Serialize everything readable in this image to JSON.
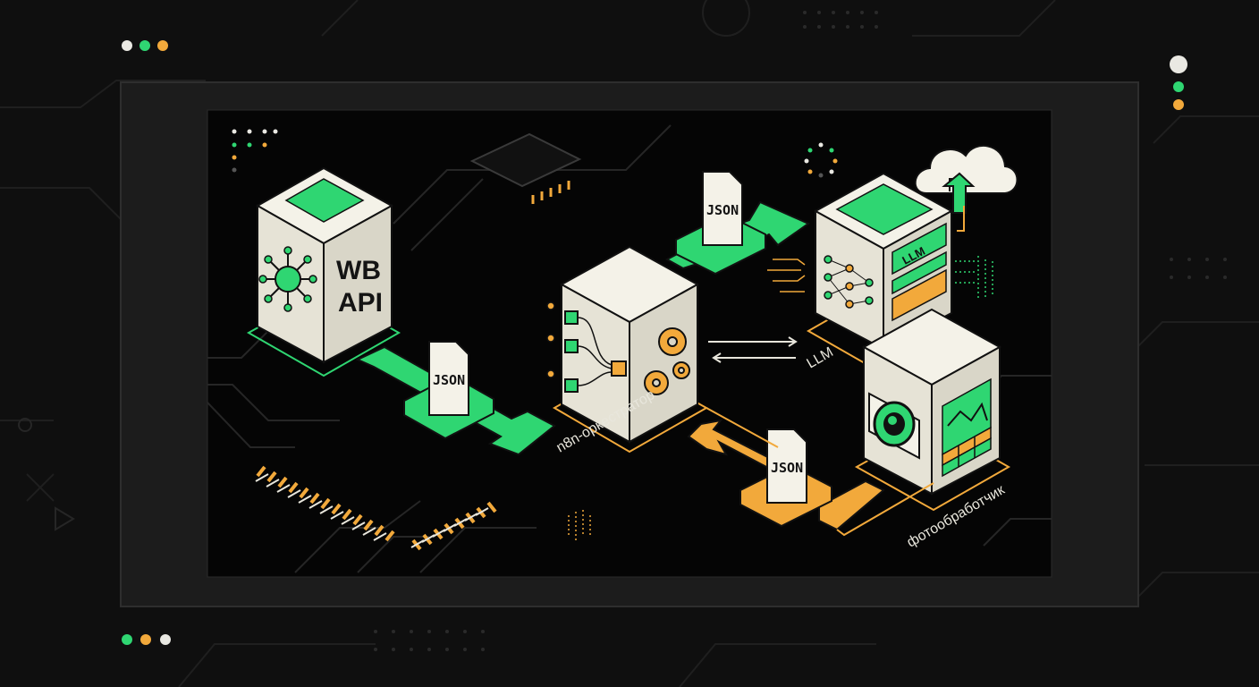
{
  "colors": {
    "background": "#0f0f0f",
    "panel": "#1c1c1c",
    "canvas": "#050505",
    "accent_green": "#2fd672",
    "accent_orange": "#f2a93b",
    "cube_face": "#efede2",
    "dot_white": "#e9e8e2"
  },
  "nodes": {
    "wb_api": {
      "line1": "WB",
      "line2": "API",
      "icon": "virus-network-icon"
    },
    "orchestrator": {
      "label": "n8n-оркестратор",
      "icon": "gears-icon"
    },
    "llm": {
      "label": "LLM",
      "screen_text": "LLM",
      "icon": "neural-network-icon"
    },
    "photo_processor": {
      "label": "фотообработчик",
      "icon": "camera-icon"
    }
  },
  "payloads": {
    "wb_to_orchestrator": "JSON",
    "orchestrator_to_llm": "JSON",
    "photo_to_orchestrator": "JSON"
  },
  "decor_icons": [
    "cloud-upload-icon",
    "chip-icon",
    "window-dots-icon"
  ]
}
